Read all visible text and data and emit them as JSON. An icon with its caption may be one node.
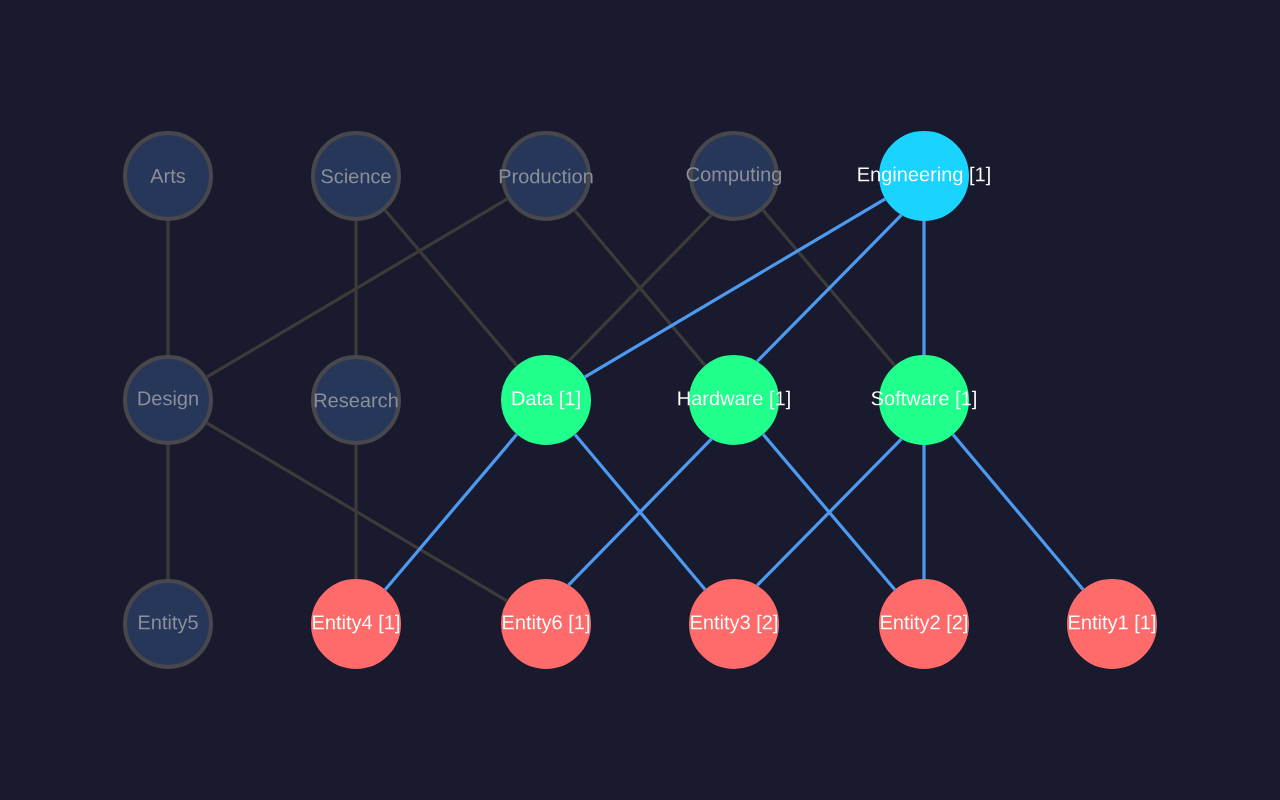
{
  "diagram": {
    "nodes": [
      {
        "text": [
          "Arts"
        ]
      },
      {
        "text": [
          "Science"
        ]
      },
      {
        "text": [
          "Production"
        ]
      },
      {
        "text": [
          "Computing"
        ]
      },
      {
        "text": [
          "Engineering [1]"
        ]
      },
      {
        "text": [
          "Design"
        ]
      },
      {
        "text": [
          "Research"
        ]
      },
      {
        "text": [
          "Data [1]"
        ]
      },
      {
        "text": [
          "Hardware [1]"
        ]
      },
      {
        "text": [
          "Software [1]"
        ]
      },
      {
        "text": [
          "Entity5"
        ]
      },
      {
        "text": [
          "Entity4 [1]"
        ]
      },
      {
        "text": [
          "Entity6 [1]"
        ]
      },
      {
        "text": [
          "Entity3 [2]"
        ]
      },
      {
        "text": [
          "Entity2 [2]"
        ]
      },
      {
        "text": [
          "Entity1 [1]"
        ]
      }
    ],
    "edges": [
      {
        "from": 0,
        "to": 5,
        "arrow": "none"
      },
      {
        "from": 1,
        "to": 6,
        "arrow": "none"
      },
      {
        "from": 1,
        "to": 7,
        "arrow": "none"
      },
      {
        "from": 2,
        "to": 5,
        "arrow": "none"
      },
      {
        "from": 2,
        "to": 8,
        "arrow": "none"
      },
      {
        "from": 3,
        "to": 7,
        "arrow": "none"
      },
      {
        "from": 3,
        "to": 9,
        "arrow": "none"
      },
      {
        "from": 5,
        "to": 10,
        "arrow": "none"
      },
      {
        "from": 5,
        "to": 12,
        "arrow": "none"
      },
      {
        "from": 6,
        "to": 11,
        "arrow": "none"
      },
      {
        "from": 4,
        "to": 7,
        "arrow": "none",
        "color": "#4d9bf0"
      },
      {
        "from": 4,
        "to": 8,
        "arrow": "none",
        "color": "#4d9bf0"
      },
      {
        "from": 4,
        "to": 9,
        "arrow": "none",
        "color": "#4d9bf0"
      },
      {
        "from": 7,
        "to": 11,
        "arrow": "none",
        "color": "#4d9bf0"
      },
      {
        "from": 7,
        "to": 13,
        "arrow": "none",
        "color": "#4d9bf0"
      },
      {
        "from": 8,
        "to": 12,
        "arrow": "none",
        "color": "#4d9bf0"
      },
      {
        "from": 8,
        "to": 14,
        "arrow": "none",
        "color": "#4d9bf0"
      },
      {
        "from": 9,
        "to": 13,
        "arrow": "none",
        "color": "#4d9bf0"
      },
      {
        "from": 9,
        "to": 14,
        "arrow": "none",
        "color": "#4d9bf0"
      },
      {
        "from": 9,
        "to": 15,
        "arrow": "none",
        "color": "#4d9bf0"
      }
    ]
  }
}
